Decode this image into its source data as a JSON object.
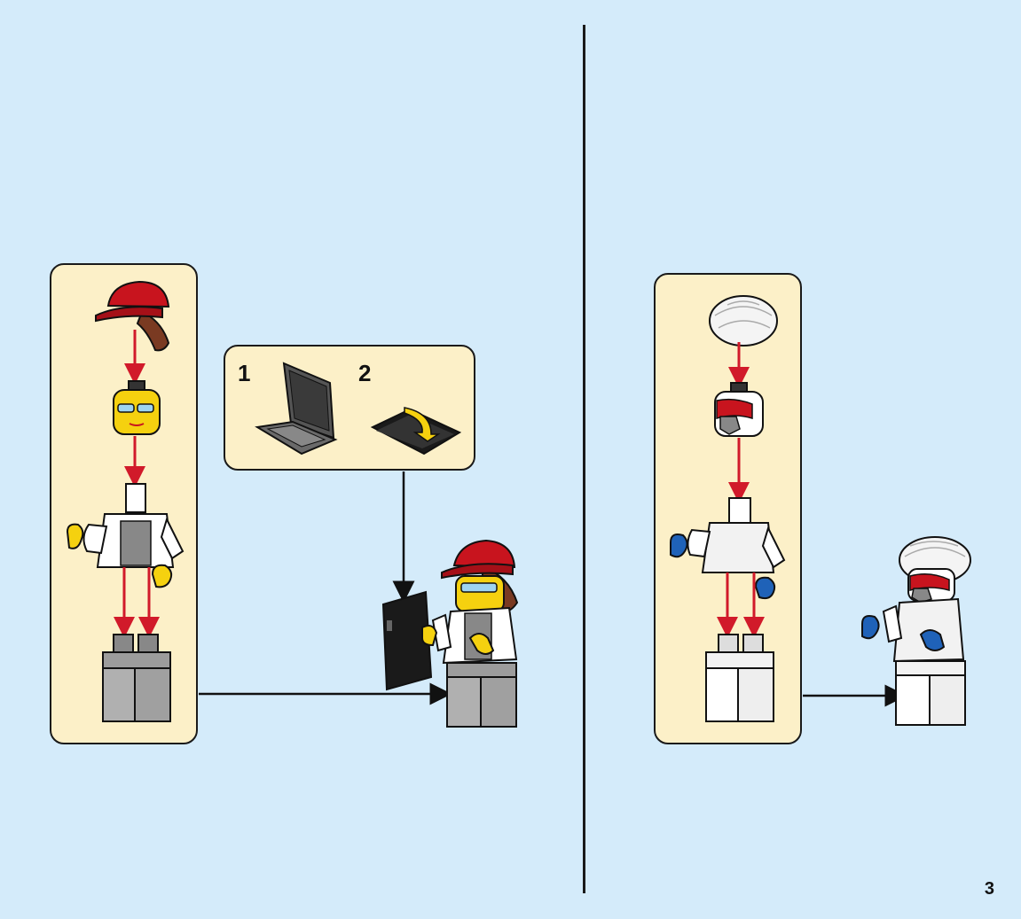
{
  "substeps": {
    "step1_label": "1",
    "step2_label": "2"
  },
  "page": {
    "number": "3"
  },
  "colors": {
    "background": "#d4ebfa",
    "panel": "#fcf0c8",
    "arrow_red": "#d11a2a",
    "cap_red": "#c8141e",
    "yellow": "#f5d10f",
    "grey": "#9c9c9c",
    "blue": "#1f62b8"
  },
  "icons": [
    "cap-with-hair-icon",
    "head-icon",
    "torso-icon",
    "legs-icon",
    "laptop-icon",
    "hairnet-icon",
    "minifigure-icon"
  ]
}
